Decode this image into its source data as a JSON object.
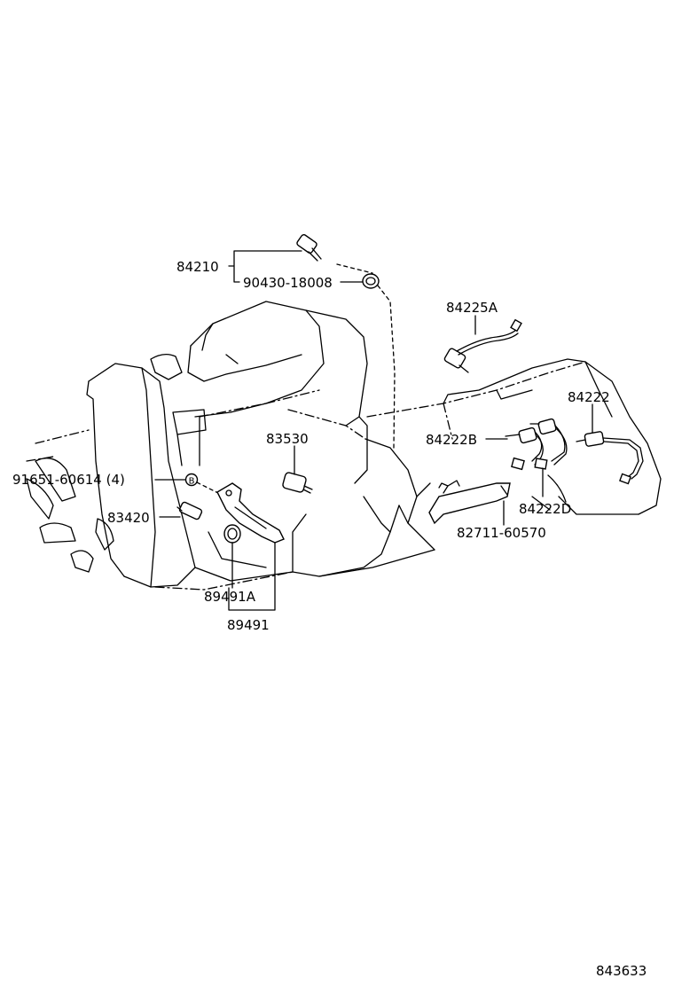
{
  "diagram": {
    "parts": [
      {
        "id": "84210",
        "label": "84210"
      },
      {
        "id": "90430-18008",
        "label": "90430-18008"
      },
      {
        "id": "84225A",
        "label": "84225A"
      },
      {
        "id": "84222",
        "label": "84222"
      },
      {
        "id": "84222B",
        "label": "84222B"
      },
      {
        "id": "83530",
        "label": "83530"
      },
      {
        "id": "91651-60614",
        "label": "91651-60614 (4)"
      },
      {
        "id": "83420",
        "label": "83420"
      },
      {
        "id": "84222D",
        "label": "84222D"
      },
      {
        "id": "82711-60570",
        "label": "82711-60570"
      },
      {
        "id": "89491A",
        "label": "89491A"
      },
      {
        "id": "89491",
        "label": "89491"
      }
    ],
    "bolt_marker": "B",
    "diagram_code": "843633"
  }
}
